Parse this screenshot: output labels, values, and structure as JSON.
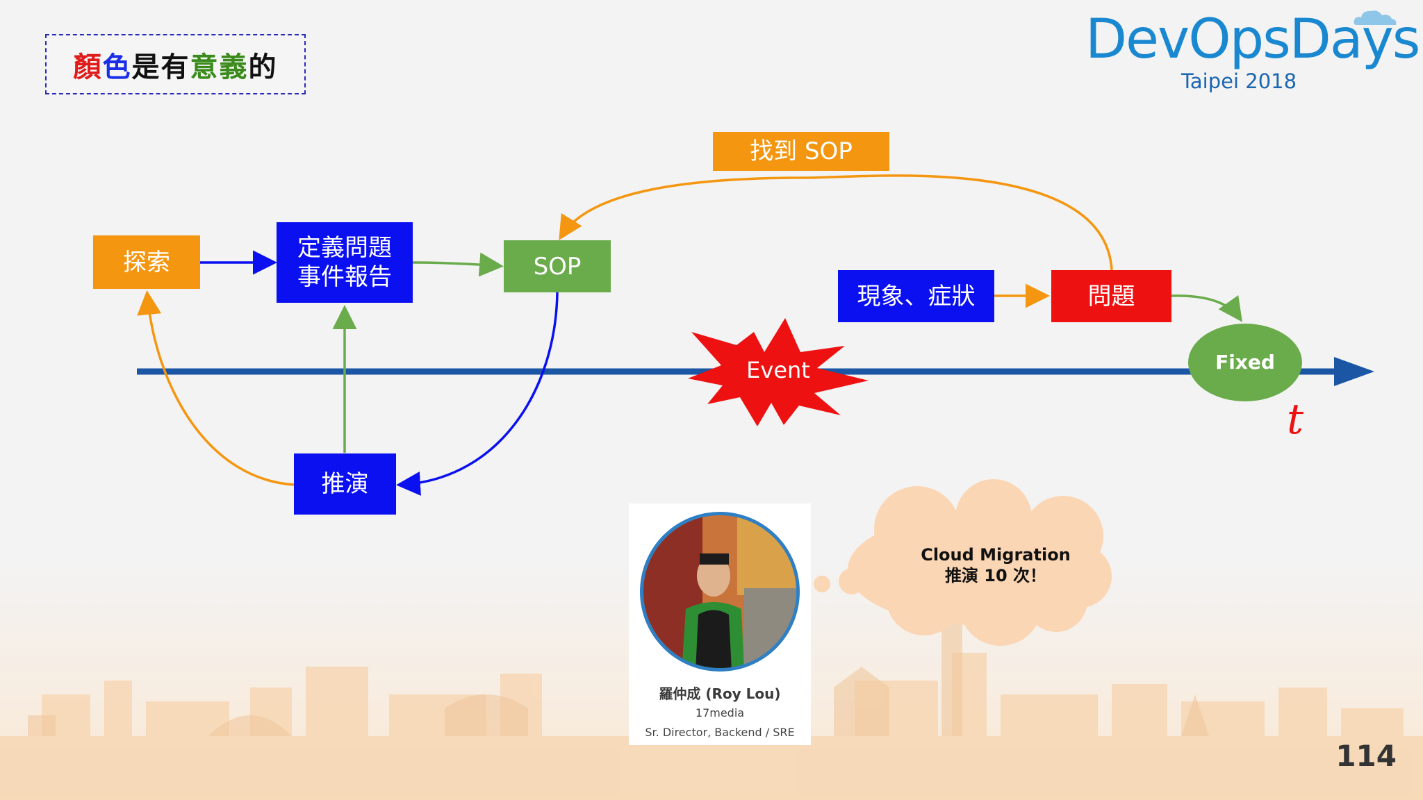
{
  "title": {
    "segments": [
      {
        "text": "顏",
        "color": "#e01b1b"
      },
      {
        "text": "色",
        "color": "#1a2ee8"
      },
      {
        "text": "是有",
        "color": "#111111"
      },
      {
        "text": "意義",
        "color": "#3a8a1c"
      },
      {
        "text": "的",
        "color": "#111111"
      }
    ]
  },
  "logo": {
    "main": "DevOpsDays",
    "sub": "Taipei 2018"
  },
  "nodes": {
    "explore": "探索",
    "define_line1": "定義問題",
    "define_line2": "事件報告",
    "sop": "SOP",
    "find_sop": "找到 SOP",
    "symptom": "現象、症狀",
    "problem": "問題",
    "fixed": "Fixed",
    "event": "Event",
    "rehearsal": "推演",
    "time_axis": "t"
  },
  "speaker": {
    "name": "羅仲成 (Roy Lou)",
    "org": "17media",
    "role": "Sr. Director, Backend / SRE"
  },
  "thought": {
    "line1": "Cloud Migration",
    "line2": "推演 10 次！"
  },
  "page_number": "114",
  "colors": {
    "orange": "#f4960f",
    "blue": "#0a10f0",
    "green": "#6aab4c",
    "red": "#ee1111",
    "axis": "#1a56a3"
  }
}
